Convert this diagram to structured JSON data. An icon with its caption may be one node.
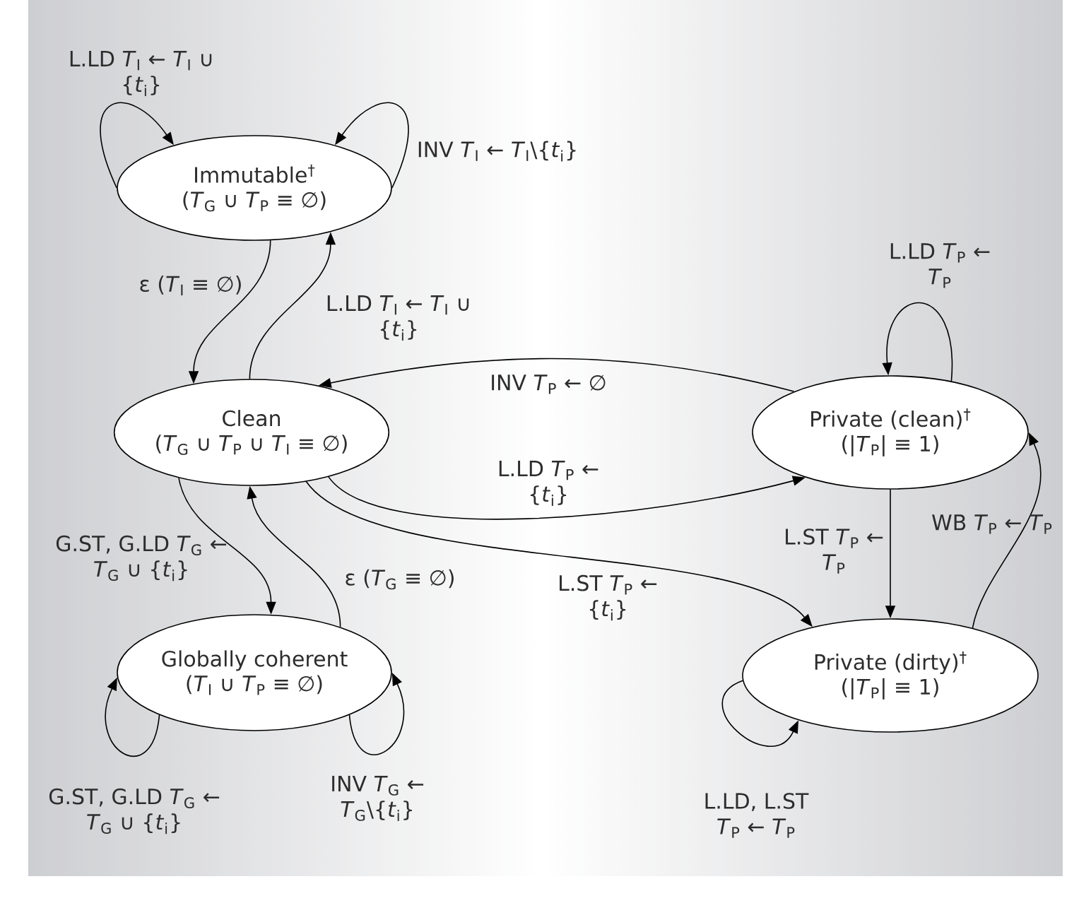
{
  "diagram": {
    "nodes": [
      {
        "text": [
          "Immutable$^{†}$",
          "(*T*$_{G}$ ∪ *T*$_{P}$ ≡ ∅)"
        ]
      },
      {
        "text": [
          "Clean",
          "(*T*$_{G}$ ∪ *T*$_{P}$ ∪ *T*$_{I}$ ≡ ∅)"
        ]
      },
      {
        "text": [
          "Private (clean)$^{†}$",
          "(|*T*$_{P}$| ≡ 1)"
        ]
      },
      {
        "text": [
          "Globally coherent",
          "(*T*$_{I}$ ∪ *T*$_{P}$ ≡ ∅)"
        ]
      },
      {
        "text": [
          "Private (dirty)$^{†}$",
          "(|*T*$_{P}$| ≡ 1)"
        ]
      }
    ],
    "edges": [
      {
        "from": 0,
        "to": 0,
        "arrow": "to",
        "label": "L.LD *T*$_{I}$ ← *T*$_{I}$ ∪ {*t*$_{i}$}"
      },
      {
        "from": 0,
        "to": 0,
        "arrow": "to",
        "label": "INV *T*$_{I}$ ← *T*$_{I}$\\{*t*$_{i}$}"
      },
      {
        "from": 0,
        "to": 1,
        "arrow": "to",
        "label": "ε (*T*$_{I}$ ≡ ∅)"
      },
      {
        "from": 1,
        "to": 0,
        "arrow": "to",
        "label": "L.LD *T*$_{I}$ ← *T*$_{I}$ ∪ {*t*$_{i}$}"
      },
      {
        "from": 2,
        "to": 1,
        "arrow": "to",
        "label": "INV *T*$_{P}$ ← ∅"
      },
      {
        "from": 1,
        "to": 2,
        "arrow": "to",
        "label": "L.LD *T*$_{P}$ ← {*t*$_{i}$}"
      },
      {
        "from": 2,
        "to": 2,
        "arrow": "to",
        "label": "L.LD *T*$_{P}$ ← *T*$_{P}$"
      },
      {
        "from": 1,
        "to": 4,
        "arrow": "to",
        "label": "L.ST *T*$_{P}$ ← {*t*$_{i}$}"
      },
      {
        "from": 2,
        "to": 4,
        "arrow": "to",
        "label": "L.ST *T*$_{P}$ ← *T*$_{P}$"
      },
      {
        "from": 4,
        "to": 2,
        "arrow": "to",
        "label": "WB *T*$_{P}$ ← *T*$_{P}$"
      },
      {
        "from": 1,
        "to": 3,
        "arrow": "to",
        "label": "G.ST, G.LD *T*$_{G}$ ← *T*$_{G}$ ∪ {*t*$_{i}$}"
      },
      {
        "from": 3,
        "to": 1,
        "arrow": "to",
        "label": "ε (*T*$_{G}$ ≡ ∅)"
      },
      {
        "from": 3,
        "to": 3,
        "arrow": "to",
        "label": "G.ST, G.LD *T*$_{G}$ ← *T*$_{G}$ ∪ {*t*$_{i}$}"
      },
      {
        "from": 3,
        "to": 3,
        "arrow": "to",
        "label": "INV *T*$_{G}$ ← *T*$_{G}$\\{*t*$_{i}$}"
      },
      {
        "from": 4,
        "to": 4,
        "arrow": "to",
        "label": "L.LD, L.ST *T*$_{P}$ ← *T*$_{P}$"
      }
    ]
  }
}
